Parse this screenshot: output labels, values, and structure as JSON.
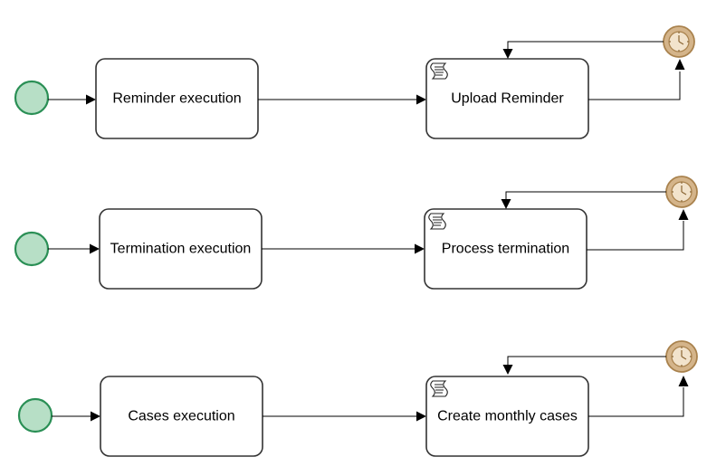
{
  "rows": [
    {
      "first_task": "Reminder execution",
      "script_task": "Upload Reminder"
    },
    {
      "first_task": "Termination execution",
      "script_task": "Process termination"
    },
    {
      "first_task": "Cases execution",
      "script_task": "Create monthly cases"
    }
  ],
  "icons": {
    "start": "start-event-icon",
    "script": "script-task-icon",
    "timer": "timer-icon"
  },
  "colors": {
    "start_fill": "#b7dfc6",
    "start_stroke": "#2a8f55",
    "timer_fill": "#d4b48a",
    "task_stroke": "#333333"
  }
}
